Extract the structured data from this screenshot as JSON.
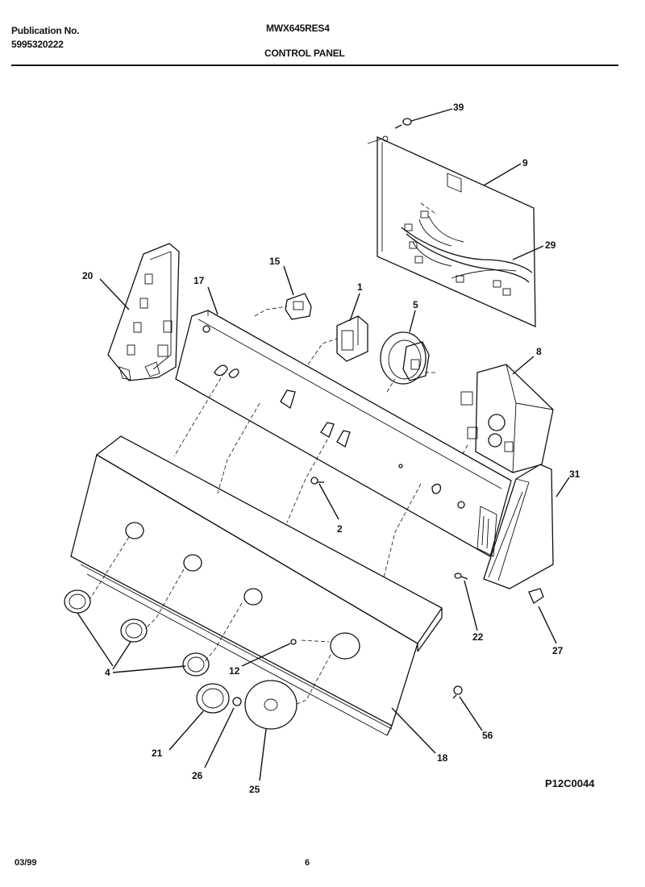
{
  "header": {
    "publication_label": "Publication No.",
    "publication_number": "5995320222",
    "model": "MWX645RES4",
    "section": "CONTROL PANEL"
  },
  "figure_code": "P12C0044",
  "footer": {
    "date": "03/99",
    "page": "6"
  },
  "callouts": [
    "39",
    "9",
    "29",
    "20",
    "15",
    "17",
    "1",
    "5",
    "8",
    "31",
    "2",
    "22",
    "27",
    "4",
    "12",
    "21",
    "26",
    "25",
    "18",
    "56"
  ]
}
